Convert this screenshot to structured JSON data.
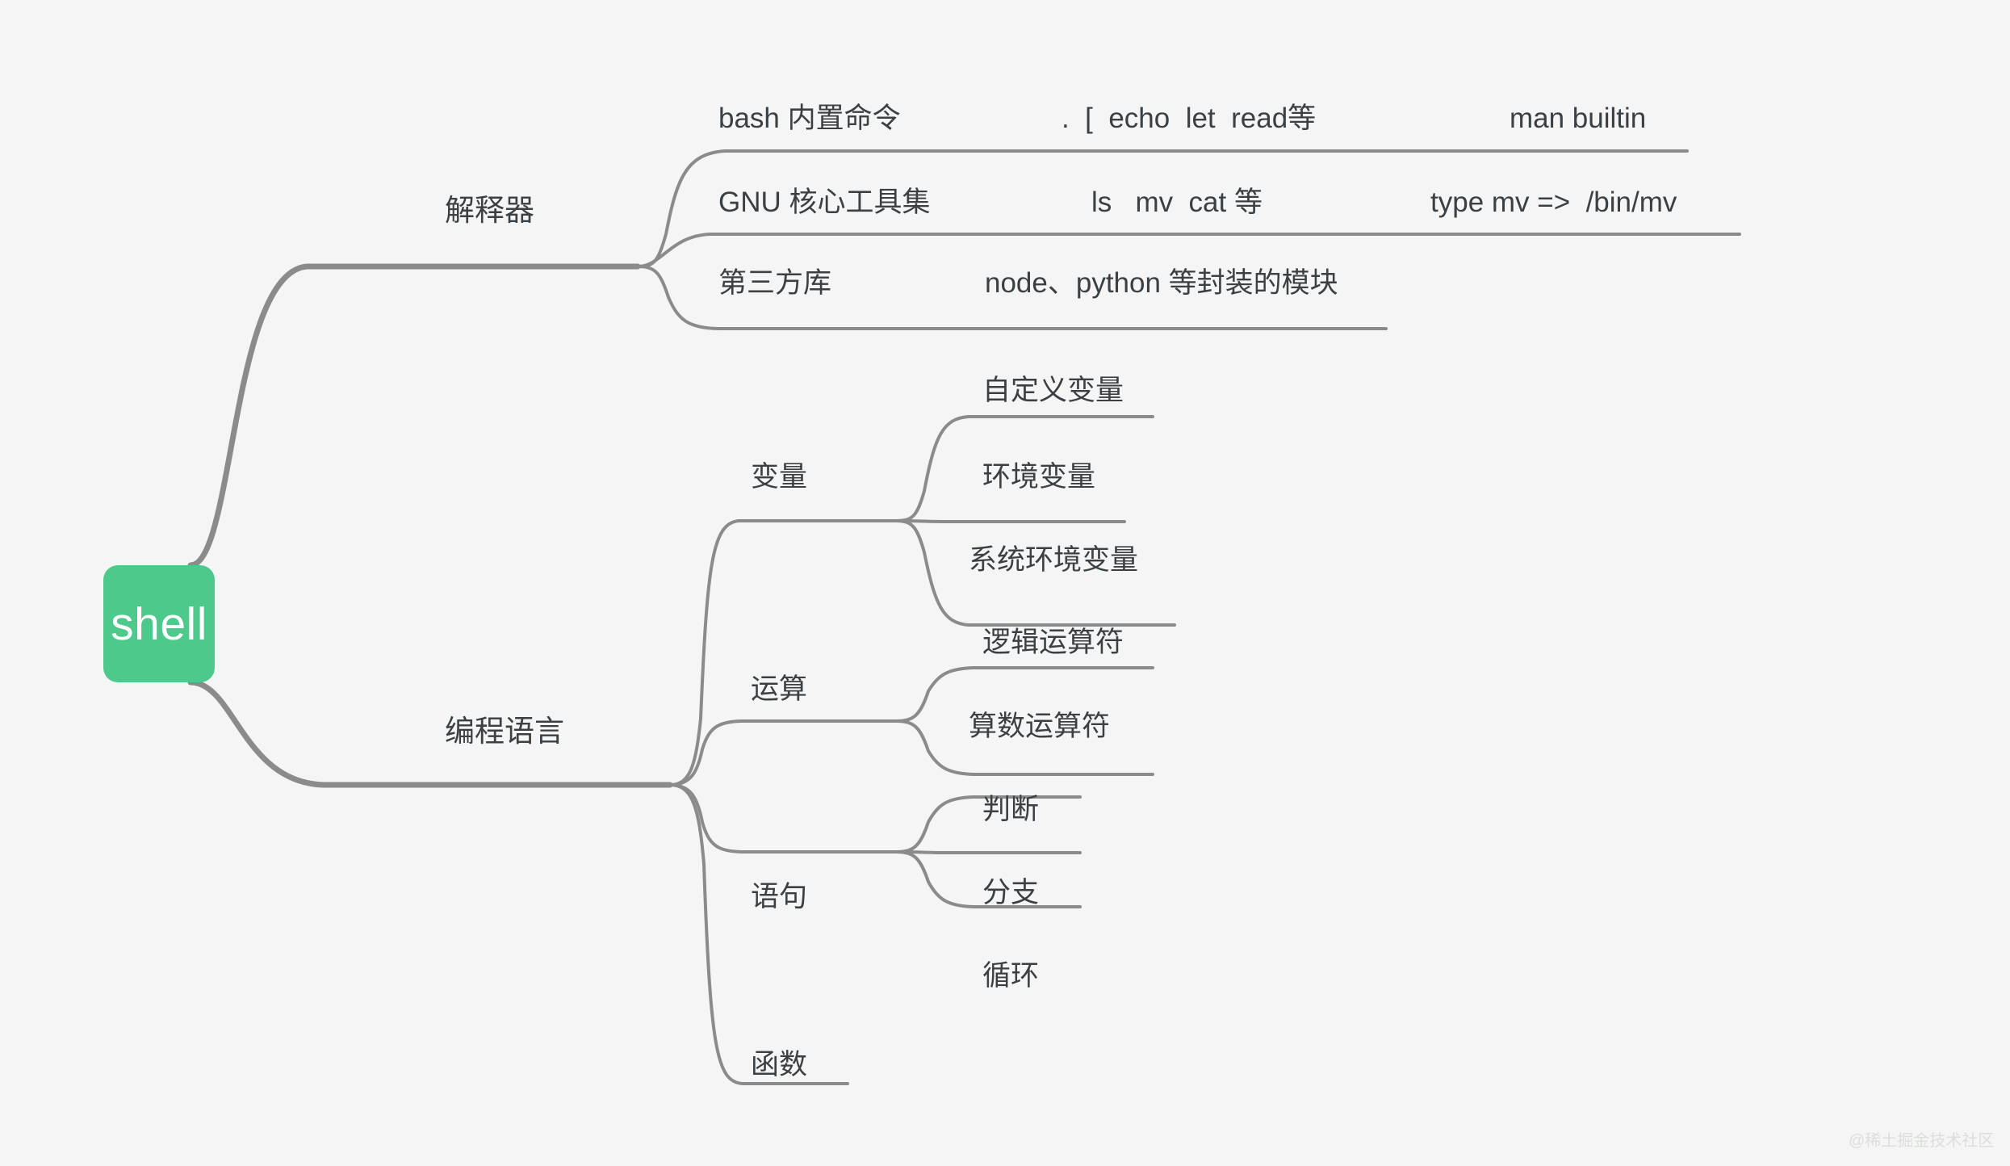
{
  "colors": {
    "background": "#f4f5f4",
    "root_fill": "#4ec98c",
    "root_text": "#ffffff",
    "link_stroke": "#8b8b8b",
    "label_text": "#3c4043",
    "watermark_text": "#dcdedc"
  },
  "root": {
    "label": "shell"
  },
  "branches": [
    {
      "label": "解释器",
      "children": [
        {
          "label": "bash 内置命令",
          "details": [
            ".  [  echo  let  read等",
            "man builtin"
          ]
        },
        {
          "label": "GNU 核心工具集",
          "details": [
            "ls   mv  cat 等",
            "type mv =>  /bin/mv"
          ]
        },
        {
          "label": "第三方库",
          "details": [
            "node、python 等封装的模块"
          ]
        }
      ]
    },
    {
      "label": "编程语言",
      "children": [
        {
          "label": "变量",
          "leaves": [
            "自定义变量",
            "环境变量",
            "系统环境变量"
          ]
        },
        {
          "label": "运算",
          "leaves": [
            "逻辑运算符",
            "算数运算符"
          ]
        },
        {
          "label": "语句",
          "leaves": [
            "判断",
            "分支",
            "循环"
          ]
        },
        {
          "label": "函数",
          "leaves": []
        }
      ]
    }
  ],
  "watermark": {
    "text": "@稀土掘金技术社区"
  }
}
